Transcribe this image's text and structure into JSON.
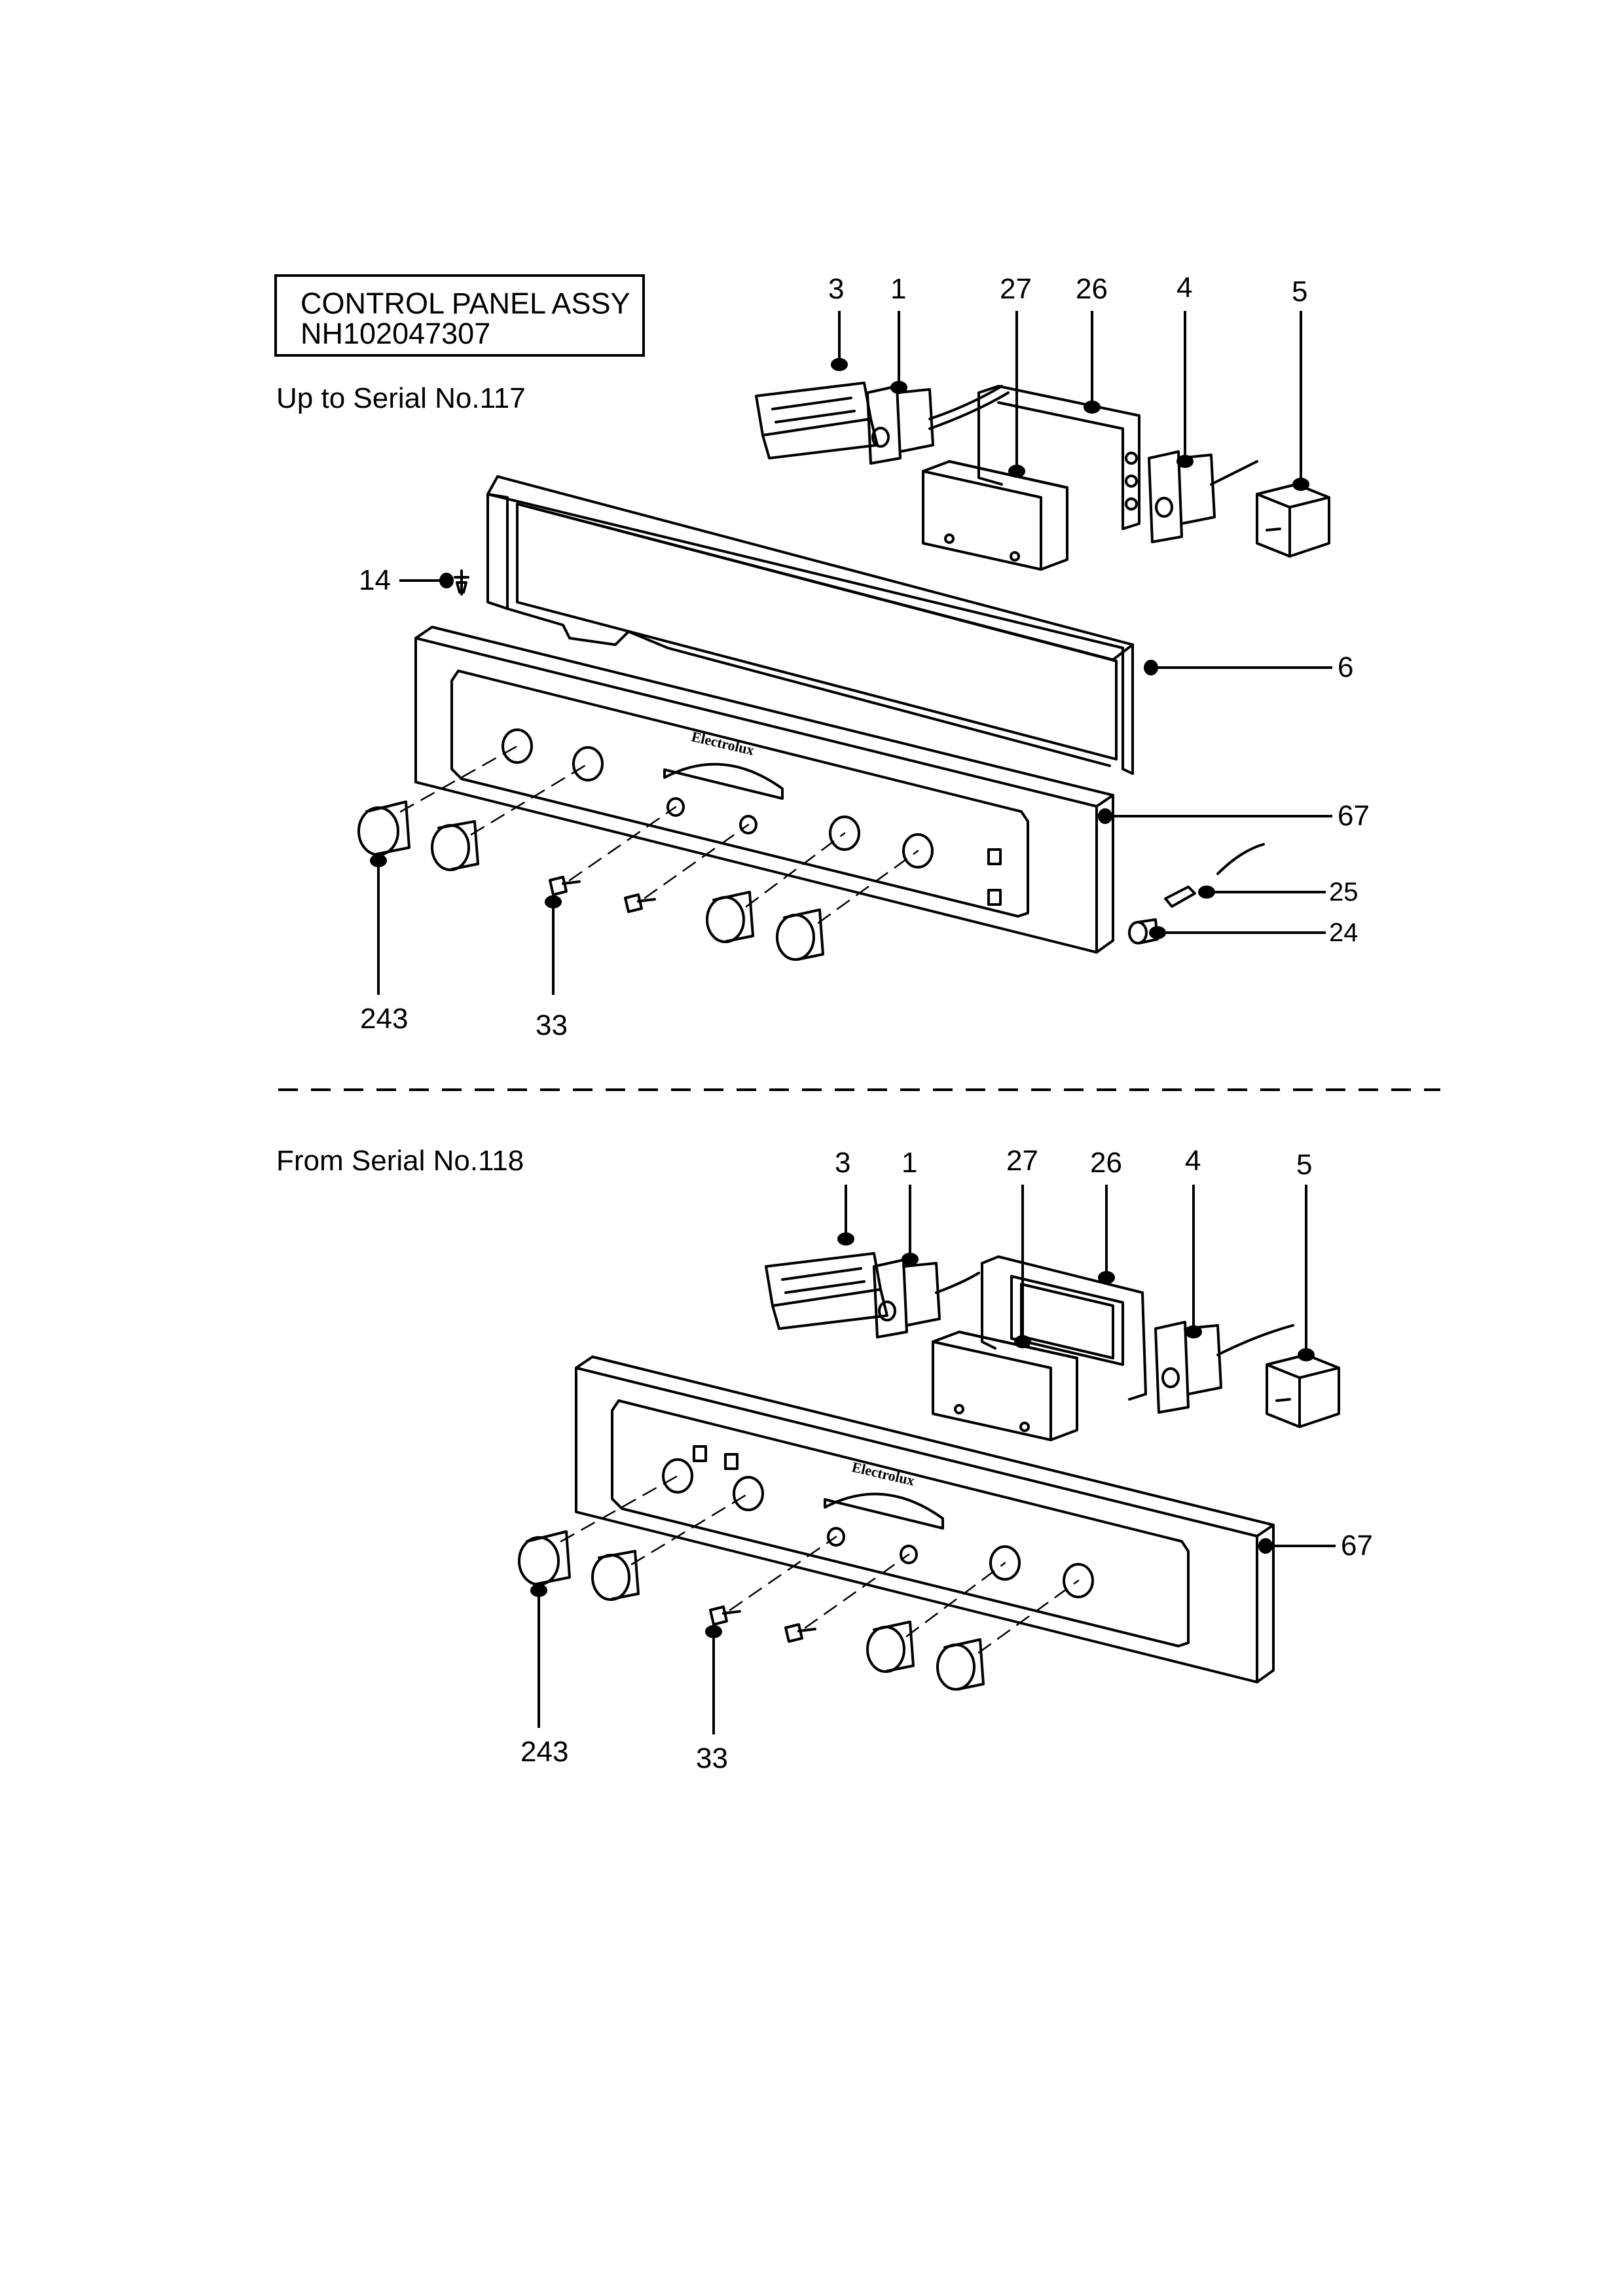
{
  "title_box": {
    "line1": "CONTROL PANEL ASSY",
    "line2": "NH102047307"
  },
  "sections": [
    {
      "heading": "Up to Serial No.117",
      "callouts": [
        "3",
        "1",
        "27",
        "26",
        "4",
        "5",
        "14",
        "6",
        "67",
        "25",
        "24",
        "243",
        "33"
      ],
      "brand": "Electrolux"
    },
    {
      "heading": "From Serial No.118",
      "callouts": [
        "3",
        "1",
        "27",
        "26",
        "4",
        "5",
        "67",
        "243",
        "33"
      ],
      "brand": "Electrolux"
    }
  ]
}
